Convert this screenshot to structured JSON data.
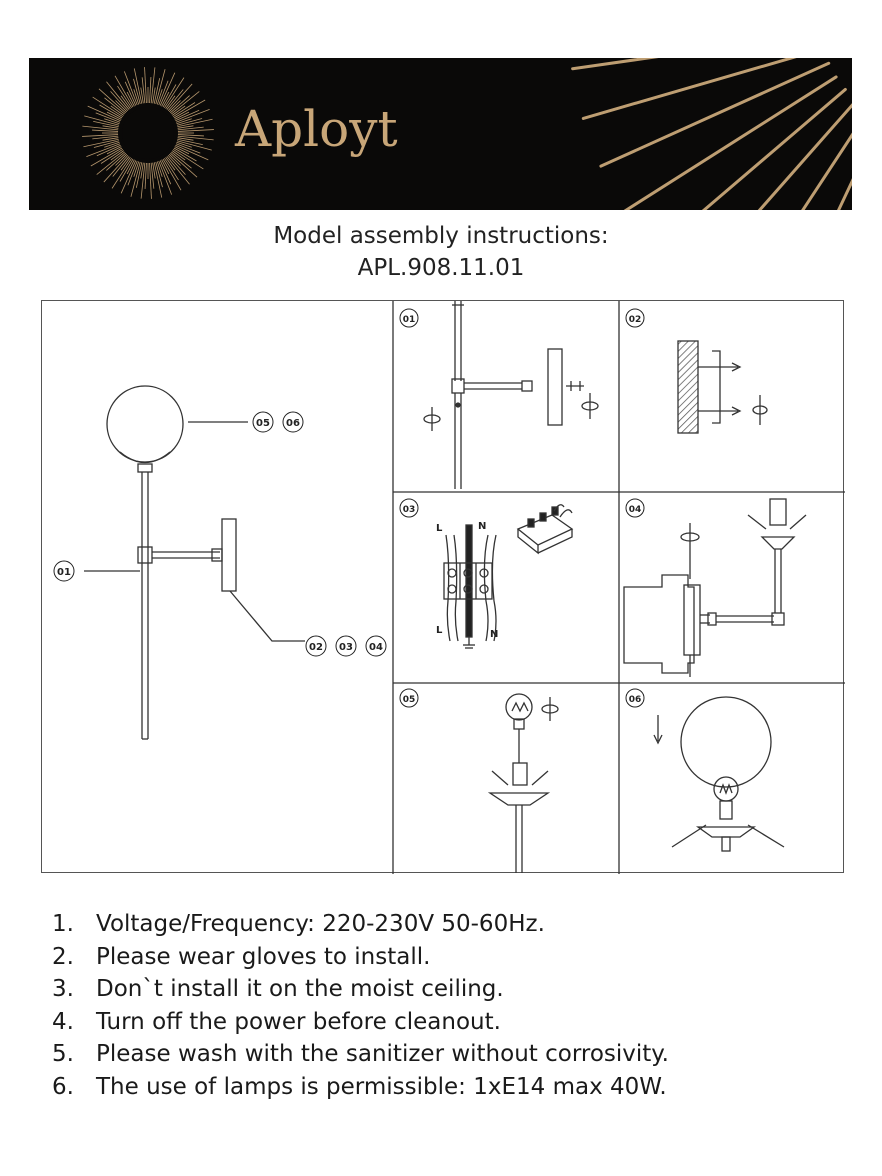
{
  "brand": {
    "name": "Aployt"
  },
  "header": {
    "title_line1": "Model assembly instructions:",
    "title_line2": "APL.908.11.01"
  },
  "diagram": {
    "main_callouts": {
      "globe": [
        "05",
        "06"
      ],
      "rod": "01",
      "mount": [
        "02",
        "03",
        "04"
      ]
    },
    "steps": [
      "01",
      "02",
      "03",
      "04",
      "05",
      "06"
    ],
    "wiring": {
      "live": "L",
      "neutral": "N"
    }
  },
  "notes": [
    {
      "num": "1.",
      "text": "Voltage/Frequency: 220-230V 50-60Hz."
    },
    {
      "num": "2.",
      "text": "Please wear gloves to install."
    },
    {
      "num": "3.",
      "text": "Don`t install it on the moist ceiling."
    },
    {
      "num": "4.",
      "text": "Turn off the power before cleanout."
    },
    {
      "num": "5.",
      "text": "Please wash with the sanitizer without corrosivity."
    },
    {
      "num": "6.",
      "text": "The use of lamps is permissible: 1xE14 max 40W."
    }
  ],
  "colors": {
    "banner_bg": "#0a0908",
    "gold": "#c8a678",
    "line": "#333333"
  }
}
